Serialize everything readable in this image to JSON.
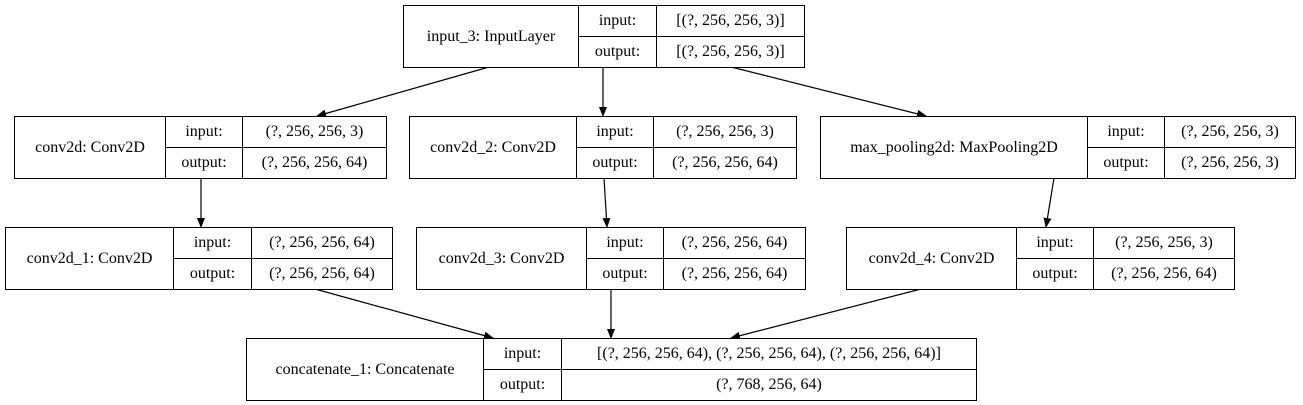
{
  "nodes": {
    "input_3": {
      "name": "input_3: InputLayer",
      "input_label": "input:",
      "output_label": "output:",
      "input_value": "[(?, 256, 256, 3)]",
      "output_value": "[(?, 256, 256, 3)]"
    },
    "conv2d": {
      "name": "conv2d: Conv2D",
      "input_label": "input:",
      "output_label": "output:",
      "input_value": "(?, 256, 256, 3)",
      "output_value": "(?, 256, 256, 64)"
    },
    "conv2d_2": {
      "name": "conv2d_2: Conv2D",
      "input_label": "input:",
      "output_label": "output:",
      "input_value": "(?, 256, 256, 3)",
      "output_value": "(?, 256, 256, 64)"
    },
    "max_pooling2d": {
      "name": "max_pooling2d: MaxPooling2D",
      "input_label": "input:",
      "output_label": "output:",
      "input_value": "(?, 256, 256, 3)",
      "output_value": "(?, 256, 256, 3)"
    },
    "conv2d_1": {
      "name": "conv2d_1: Conv2D",
      "input_label": "input:",
      "output_label": "output:",
      "input_value": "(?, 256, 256, 64)",
      "output_value": "(?, 256, 256, 64)"
    },
    "conv2d_3": {
      "name": "conv2d_3: Conv2D",
      "input_label": "input:",
      "output_label": "output:",
      "input_value": "(?, 256, 256, 64)",
      "output_value": "(?, 256, 256, 64)"
    },
    "conv2d_4": {
      "name": "conv2d_4: Conv2D",
      "input_label": "input:",
      "output_label": "output:",
      "input_value": "(?, 256, 256, 3)",
      "output_value": "(?, 256, 256, 64)"
    },
    "concatenate_1": {
      "name": "concatenate_1: Concatenate",
      "input_label": "input:",
      "output_label": "output:",
      "input_value": "[(?, 256, 256, 64), (?, 256, 256, 64), (?, 256, 256, 64)]",
      "output_value": "(?, 768, 256, 64)"
    }
  },
  "edges": [
    {
      "from": "input_3",
      "to": "conv2d"
    },
    {
      "from": "input_3",
      "to": "conv2d_2"
    },
    {
      "from": "input_3",
      "to": "max_pooling2d"
    },
    {
      "from": "conv2d",
      "to": "conv2d_1"
    },
    {
      "from": "conv2d_2",
      "to": "conv2d_3"
    },
    {
      "from": "max_pooling2d",
      "to": "conv2d_4"
    },
    {
      "from": "conv2d_1",
      "to": "concatenate_1"
    },
    {
      "from": "conv2d_3",
      "to": "concatenate_1"
    },
    {
      "from": "conv2d_4",
      "to": "concatenate_1"
    }
  ],
  "colors": {
    "line": "#000000",
    "background": "#ffffff"
  }
}
